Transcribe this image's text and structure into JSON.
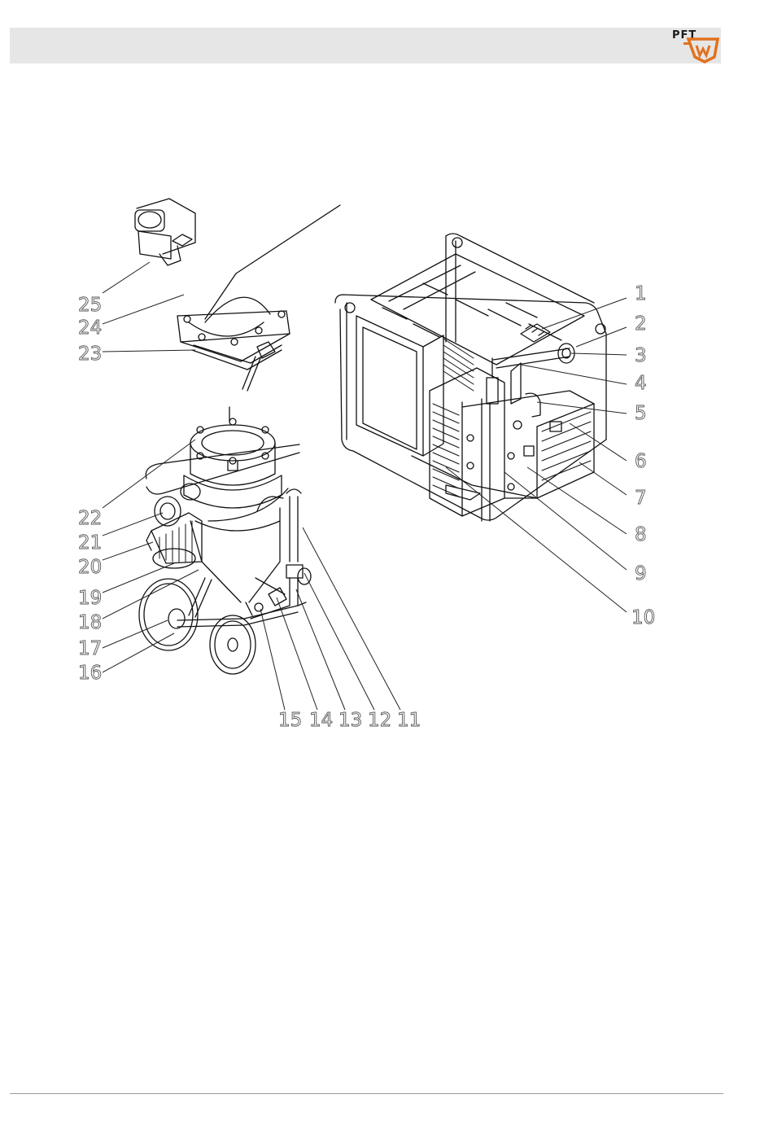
{
  "header": {
    "logo_text": "PFT",
    "colors": {
      "bar": "#e6e6e6",
      "logo_accent": "#e2711d"
    }
  },
  "diagram": {
    "callouts": [
      "1",
      "2",
      "3",
      "4",
      "5",
      "6",
      "7",
      "8",
      "9",
      "10",
      "11",
      "12",
      "13",
      "14",
      "15",
      "16",
      "17",
      "18",
      "19",
      "20",
      "21",
      "22",
      "23",
      "24",
      "25"
    ]
  }
}
